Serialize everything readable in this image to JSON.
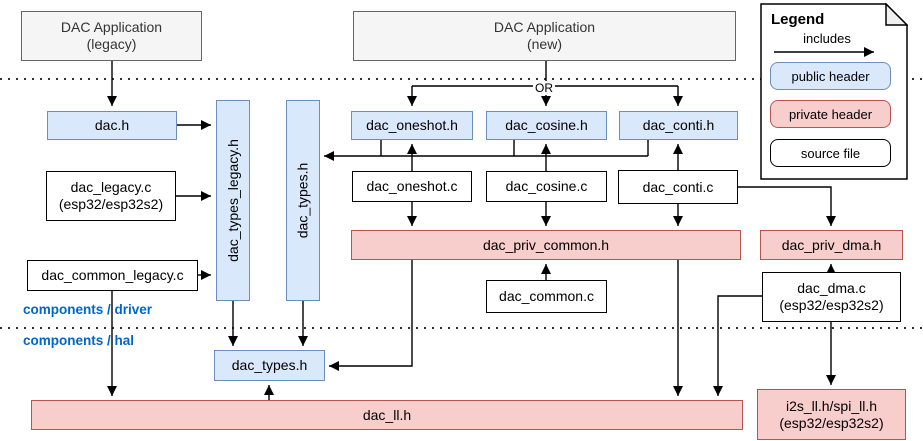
{
  "apps": {
    "legacy_line1": "DAC Application",
    "legacy_line2": "(legacy)",
    "new_line1": "DAC Application",
    "new_line2": "(new)"
  },
  "or_label": "OR",
  "layers": {
    "driver": "components / driver",
    "hal": "components / hal"
  },
  "nodes": {
    "dac_h": "dac.h",
    "dac_types_legacy_h": "dac_types_legacy.h",
    "dac_types_h_driver": "dac_types.h",
    "dac_oneshot_h": "dac_oneshot.h",
    "dac_cosine_h": "dac_cosine.h",
    "dac_conti_h": "dac_conti.h",
    "dac_legacy_c_line1": "dac_legacy.c",
    "dac_legacy_c_line2": "(esp32/esp32s2)",
    "dac_oneshot_c": "dac_oneshot.c",
    "dac_cosine_c": "dac_cosine.c",
    "dac_conti_c": "dac_conti.c",
    "dac_common_legacy_c": "dac_common_legacy.c",
    "dac_priv_common_h": "dac_priv_common.h",
    "dac_common_c": "dac_common.c",
    "dac_priv_dma_h": "dac_priv_dma.h",
    "dac_dma_c_line1": "dac_dma.c",
    "dac_dma_c_line2": "(esp32/esp32s2)",
    "dac_types_h_hal": "dac_types.h",
    "dac_ll_h": "dac_ll.h",
    "i2s_spi_ll_h_line1": "i2s_ll.h/spi_ll.h",
    "i2s_spi_ll_h_line2": "(esp32/esp32s2)"
  },
  "legend": {
    "title": "Legend",
    "includes": "includes",
    "public_header": "public header",
    "private_header": "private header",
    "source_file": "source file"
  },
  "colors": {
    "public_header_fill": "#dae8fc",
    "public_header_border": "#6c8ebf",
    "private_header_fill": "#f8cecc",
    "private_header_border": "#b85450",
    "app_fill": "#f5f5f5",
    "app_border": "#666666",
    "layer_label_color": "#0066cc",
    "edge_color": "#000000"
  },
  "edges": [
    {
      "from": "DAC Application (legacy)",
      "to": "dac.h"
    },
    {
      "from": "dac.h",
      "to": "dac_types_legacy.h"
    },
    {
      "from": "dac_legacy.c",
      "to": "dac_types_legacy.h"
    },
    {
      "from": "dac_common_legacy.c",
      "to": "dac_types_legacy.h"
    },
    {
      "from": "dac_common_legacy.c",
      "to": "dac_ll.h"
    },
    {
      "from": "DAC Application (new)",
      "to": "dac_oneshot.h",
      "via": "OR"
    },
    {
      "from": "DAC Application (new)",
      "to": "dac_cosine.h",
      "via": "OR"
    },
    {
      "from": "DAC Application (new)",
      "to": "dac_conti.h",
      "via": "OR"
    },
    {
      "from": "dac_oneshot.h",
      "to": "dac_types.h (driver)"
    },
    {
      "from": "dac_cosine.h",
      "to": "dac_types.h (driver)"
    },
    {
      "from": "dac_conti.h",
      "to": "dac_types.h (driver)"
    },
    {
      "from": "dac_oneshot.c",
      "to": "dac_oneshot.h"
    },
    {
      "from": "dac_cosine.c",
      "to": "dac_cosine.h"
    },
    {
      "from": "dac_conti.c",
      "to": "dac_conti.h"
    },
    {
      "from": "dac_oneshot.c",
      "to": "dac_priv_common.h"
    },
    {
      "from": "dac_cosine.c",
      "to": "dac_priv_common.h"
    },
    {
      "from": "dac_conti.c",
      "to": "dac_priv_common.h"
    },
    {
      "from": "dac_common.c",
      "to": "dac_priv_common.h"
    },
    {
      "from": "dac_conti.c",
      "to": "dac_priv_dma.h"
    },
    {
      "from": "dac_dma.c",
      "to": "dac_priv_dma.h"
    },
    {
      "from": "dac_dma.c",
      "to": "dac_ll.h"
    },
    {
      "from": "dac_dma.c",
      "to": "i2s_ll.h/spi_ll.h"
    },
    {
      "from": "dac_priv_common.h",
      "to": "dac_types.h (hal)"
    },
    {
      "from": "dac_priv_common.h",
      "to": "dac_ll.h"
    },
    {
      "from": "dac_types_legacy.h",
      "to": "dac_types.h (hal)"
    },
    {
      "from": "dac_types.h (driver)",
      "to": "dac_types.h (hal)"
    },
    {
      "from": "dac_ll.h",
      "to": "dac_types.h (hal)"
    }
  ]
}
